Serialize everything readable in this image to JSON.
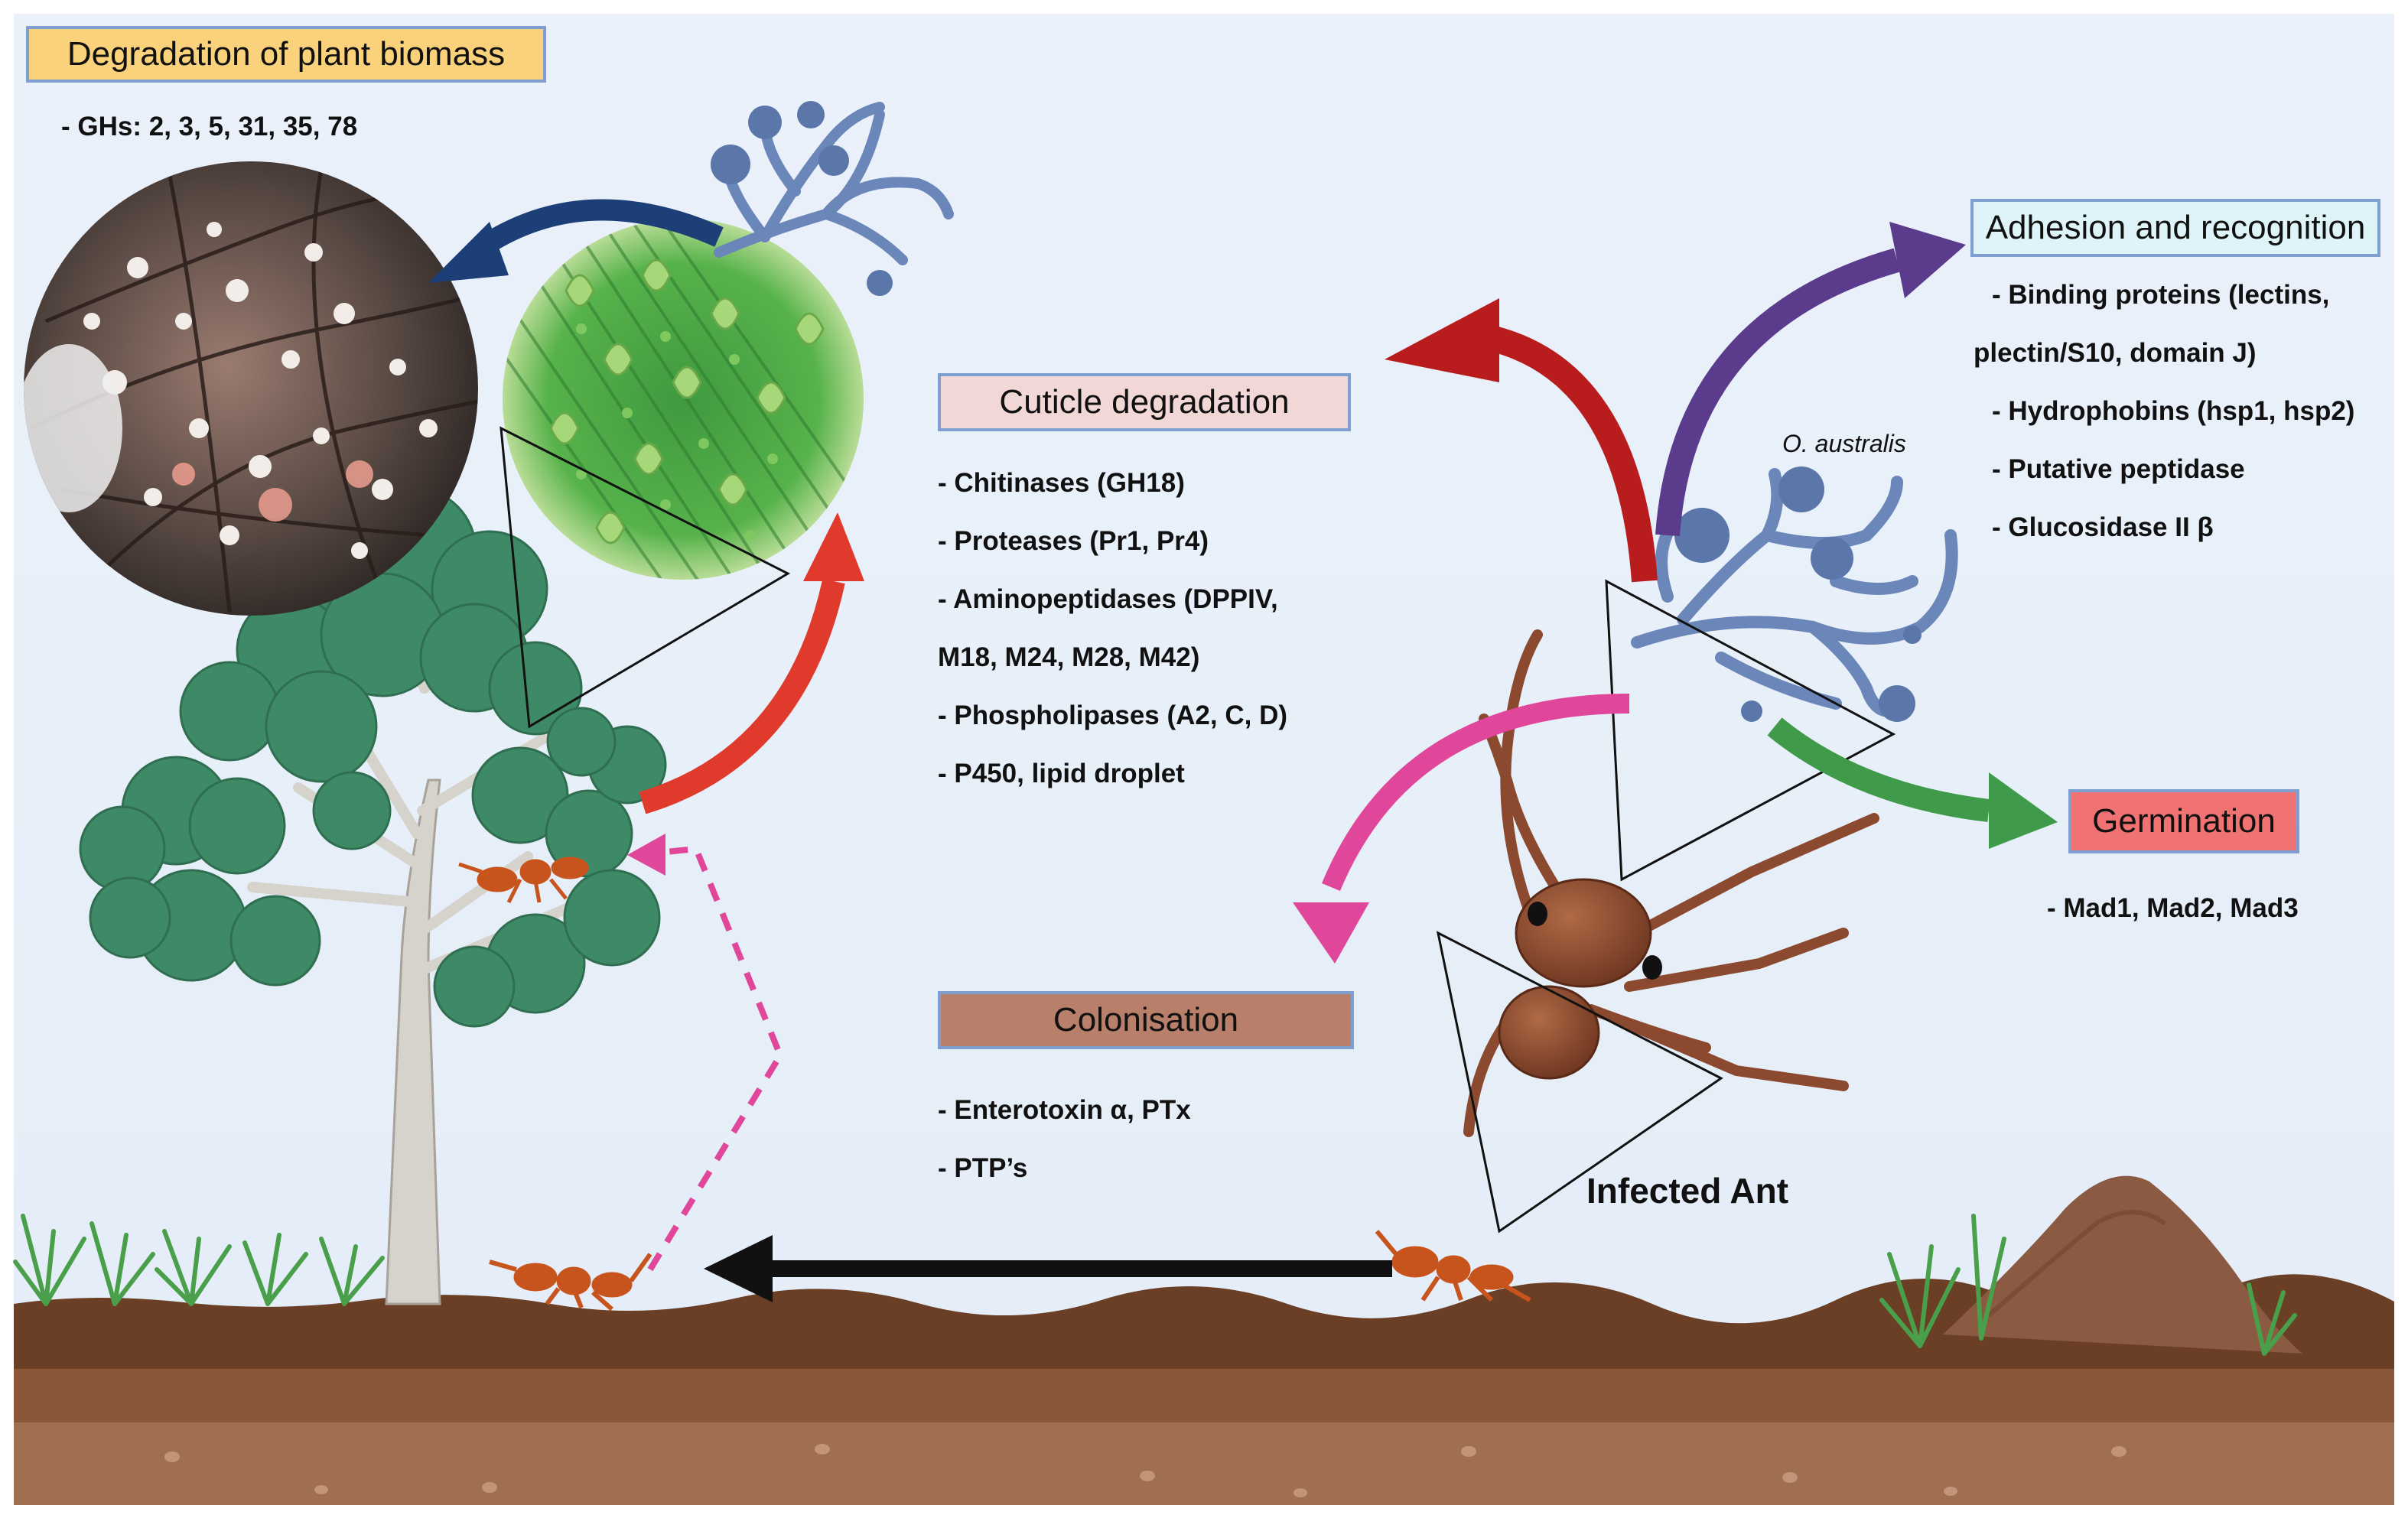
{
  "boxes": {
    "biomass": {
      "title": "Degradation of plant biomass",
      "color": "#fbd27c"
    },
    "cuticle": {
      "title": "Cuticle degradation",
      "color": "#f2d7d7"
    },
    "colonisation": {
      "title": "Colonisation",
      "color": "#b8806a"
    },
    "adhesion": {
      "title": "Adhesion and recognition",
      "color": "#dff4f8"
    },
    "germination": {
      "title": "Germination",
      "color": "#f07272"
    }
  },
  "lists": {
    "biomass": [
      "- GHs: 2, 3, 5, 31, 35, 78"
    ],
    "cuticle": [
      "- Chitinases (GH18)",
      "- Proteases (Pr1, Pr4)",
      "- Aminopeptidases (DPPIV,",
      "M18, M24, M28, M42)",
      "- Phospholipases (A2, C, D)",
      "- P450, lipid droplet"
    ],
    "colonisation": [
      "- Enterotoxin α, PTx",
      "- PTP’s"
    ],
    "adhesion": [
      "- Binding proteins (lectins,",
      "plectin/S10, domain J)",
      "- Hydrophobins (hsp1, hsp2)",
      "- Putative peptidase",
      "- Glucosidase II β"
    ],
    "germination": [
      "- Mad1, Mad2, Mad3"
    ]
  },
  "labels": {
    "species": "O. australis",
    "infected_ant": "Infected Ant"
  },
  "colors": {
    "sky": "#e8f0fa",
    "soil_top": "#6b3f26",
    "soil_mid": "#8a5739",
    "soil_bottom": "#a06f50",
    "grass": "#4aa04a",
    "tree_leaves": "#3f8a66",
    "trunk": "#d6d2cc",
    "fungus": "#6b86b8",
    "leaf_tissue": "#5cb85c",
    "ant_body": "#8b4a2f",
    "worker_ant": "#c8541d",
    "arrow_navy": "#1d3f78",
    "arrow_red": "#e03a2c",
    "arrow_darkred": "#b81c1c",
    "arrow_purple": "#5b3b8c",
    "arrow_magenta": "#e0479a",
    "arrow_green": "#3f9a4a",
    "arrow_black": "#111111"
  }
}
